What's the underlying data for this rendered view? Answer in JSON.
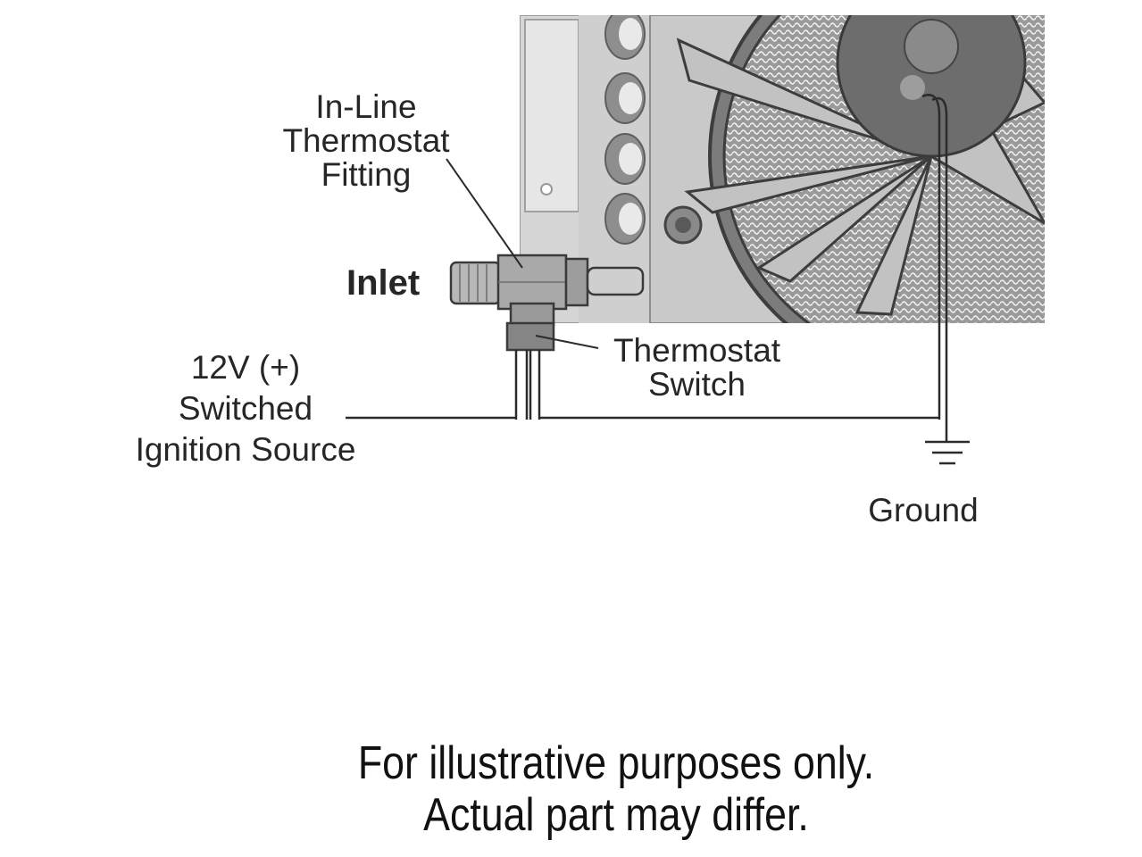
{
  "labels": {
    "fitting_line1": "In-Line",
    "fitting_line2": "Thermostat",
    "fitting_line3": "Fitting",
    "inlet": "Inlet",
    "switch_line1": "Thermostat",
    "switch_line2": "Switch",
    "source_line1": "12V (+)",
    "source_line2": "Switched",
    "source_line3": "Ignition Source",
    "ground": "Ground"
  },
  "disclaimer": {
    "line1": "For illustrative purposes only.",
    "line2": "Actual part may differ."
  },
  "colors": {
    "wire": "#2b2b2b",
    "cooler_body": "#d4d4d4",
    "fan_shroud": "#8a8a8a",
    "fan_blade": "#bcbcbc",
    "fitting": "#a9a9a9"
  }
}
